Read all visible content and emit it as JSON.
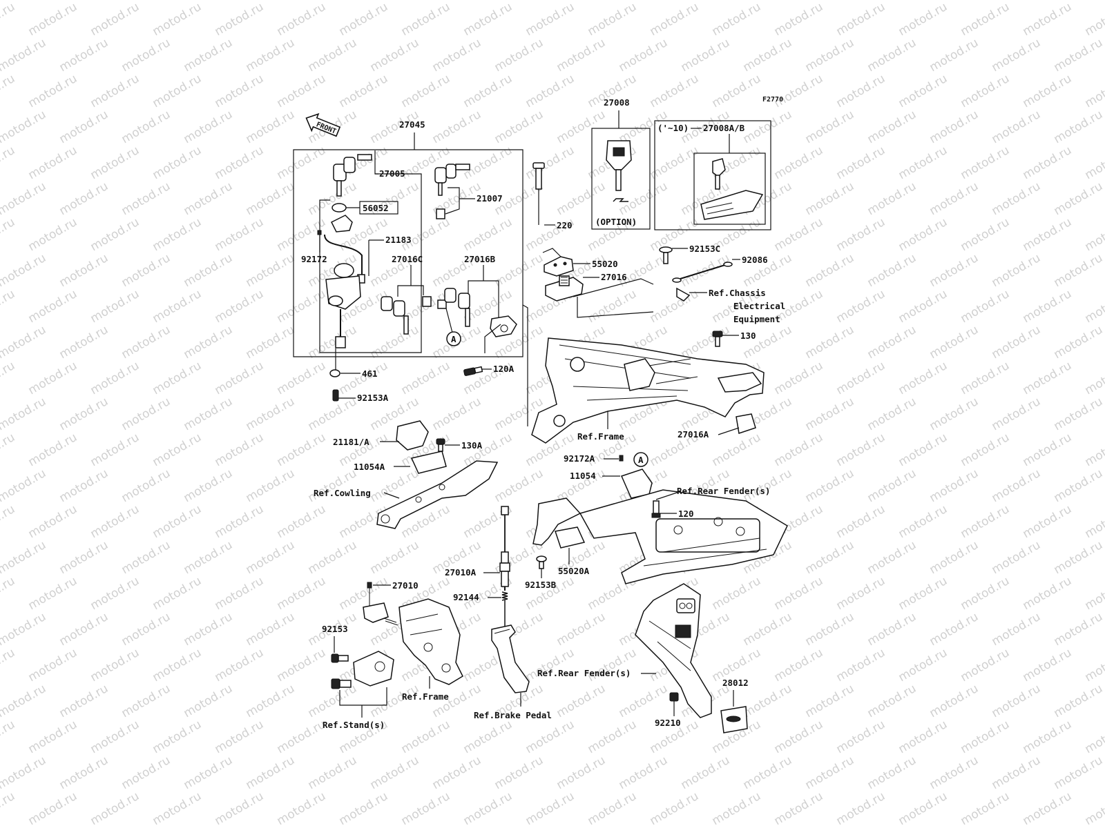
{
  "watermark": "motod.ru",
  "figure_code": "F2770",
  "front_label": "FRONT",
  "callout_a": "A",
  "labels": {
    "p27045": "27045",
    "p27005": "27005",
    "p21007": "21007",
    "p56052": "56052",
    "p21183": "21183",
    "p92172": "92172",
    "p27016C": "27016C",
    "p27016B": "27016B",
    "p461": "461",
    "p92153A": "92153A",
    "p120A": "120A",
    "p27008": "27008",
    "option": "(OPTION)",
    "years": "('~10)",
    "p27008AB": "27008A/B",
    "p220": "220",
    "p55020": "55020",
    "p27016": "27016",
    "p92153C": "92153C",
    "p92086": "92086",
    "ref_chassis_1": "Ref.Chassis",
    "ref_chassis_2": "Electrical",
    "ref_chassis_3": "Equipment",
    "p130": "130",
    "ref_frame_top": "Ref.Frame",
    "p27016A": "27016A",
    "p21181A": "21181/A",
    "p130A": "130A",
    "p11054A": "11054A",
    "ref_cowling": "Ref.Cowling",
    "p92172A": "92172A",
    "p11054": "11054",
    "ref_rear_fender_top": "Ref.Rear Fender(s)",
    "p120": "120",
    "p27010A": "27010A",
    "p55020A": "55020A",
    "p92153B": "92153B",
    "p27010": "27010",
    "p92144": "92144",
    "p92153": "92153",
    "ref_frame_bottom": "Ref.Frame",
    "ref_stand": "Ref.Stand(s)",
    "ref_brake_pedal": "Ref.Brake Pedal",
    "ref_rear_fender_bottom": "Ref.Rear Fender(s)",
    "p28012": "28012",
    "p92210": "92210"
  }
}
